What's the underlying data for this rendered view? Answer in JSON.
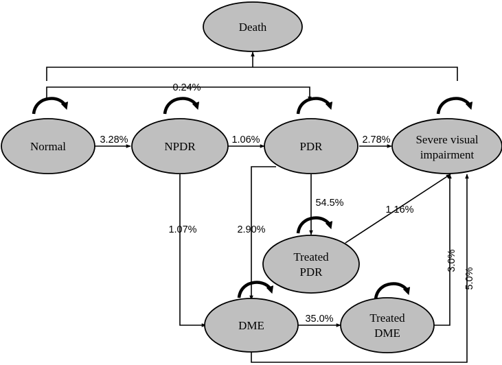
{
  "nodes": {
    "death": "Death",
    "normal": "Normal",
    "npdr": "NPDR",
    "pdr": "PDR",
    "svi_line1": "Severe visual",
    "svi_line2": "impairment",
    "treated_pdr_line1": "Treated",
    "treated_pdr_line2": "PDR",
    "dme": "DME",
    "treated_dme_line1": "Treated",
    "treated_dme_line2": "DME"
  },
  "transitions": {
    "normal_to_pdr": "0.24%",
    "normal_to_npdr": "3.28%",
    "npdr_to_pdr": "1.06%",
    "pdr_to_svi": "2.78%",
    "pdr_to_treated_pdr": "54.5%",
    "treated_pdr_to_svi": "1.16%",
    "npdr_to_dme": "1.07%",
    "pdr_to_dme": "2.90%",
    "dme_to_treated_dme": "35.0%",
    "treated_dme_to_svi": "3.0%",
    "dme_to_svi": "5.0%"
  }
}
